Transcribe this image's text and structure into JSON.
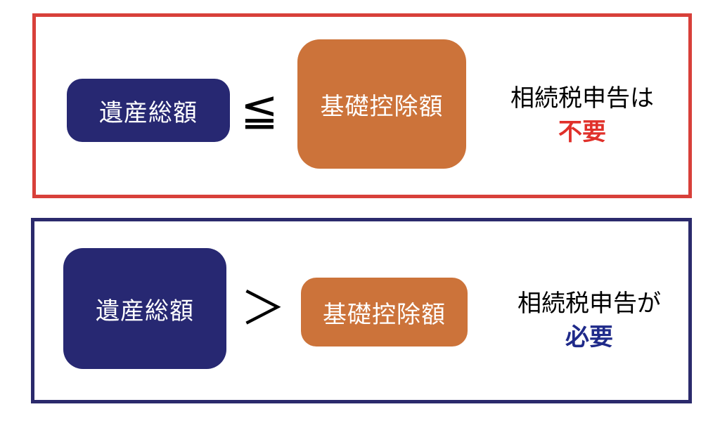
{
  "rows": [
    {
      "left_label": "遺産総額",
      "operator": "≦",
      "right_label": "基礎控除額",
      "result_line1": "相続税申告は",
      "result_line2": "不要",
      "result_color": "#e0302a"
    },
    {
      "left_label": "遺産総額",
      "operator": "＞",
      "right_label": "基礎控除額",
      "result_line1": "相続税申告が",
      "result_line2": "必要",
      "result_color": "#1f2a8a"
    }
  ]
}
